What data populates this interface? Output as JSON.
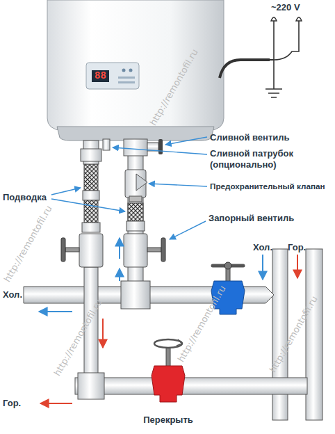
{
  "diagram": {
    "nodes": [
      {
        "text": [
          "88"
        ]
      }
    ],
    "edges": [],
    "labels": [
      "~220 V",
      "Сливной вентиль",
      "Сливной патрубок (опционально)",
      "Предохранительный клапан",
      "Подводка",
      "Запорный вентиль",
      "Хол.",
      "Гор.",
      "Хол.",
      "Гор.",
      "Перекрыть",
      "http://remontofil.ru",
      "http://remontofil.ru",
      "http://remontofil.ru",
      "http://remontofil.ru",
      "http://remontofil.ru"
    ]
  }
}
